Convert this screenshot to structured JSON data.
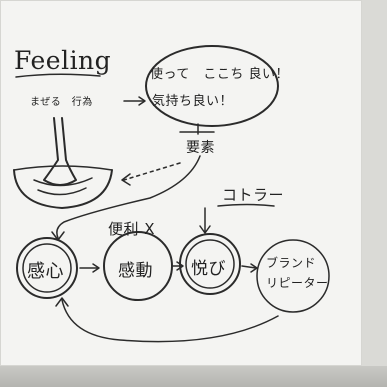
{
  "board": {
    "title": "Feeling",
    "mixing_label": "まぜる　行為",
    "bubble_line1": "使って　ここち 良い！",
    "bubble_line2": "気持ち良い！",
    "element_label": "要素",
    "benefit_label": "便利 X",
    "koto_label": "コトラー",
    "step1": "感心",
    "step2": "感動",
    "step3": "悦び",
    "step4_line1": "ブランド",
    "step4_line2": "リピーター"
  }
}
